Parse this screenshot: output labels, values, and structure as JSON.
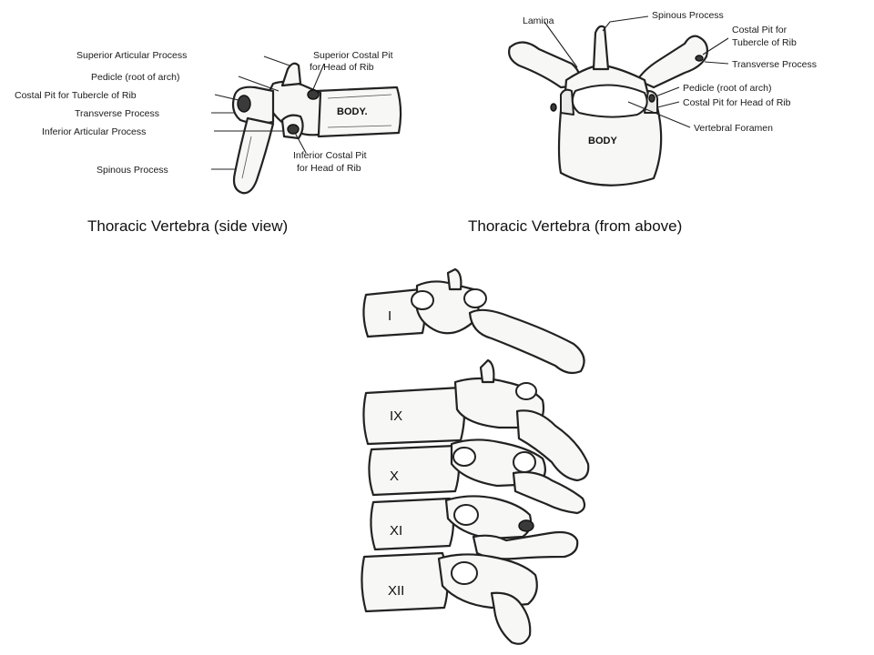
{
  "side_view": {
    "caption": "Thoracic Vertebra (side view)",
    "body_label": "BODY.",
    "labels": {
      "superior_articular_process": "Superior Articular Process",
      "pedicle": "Pedicle (root of arch)",
      "costal_pit_tubercle": "Costal Pit for Tubercle of Rib",
      "transverse_process": "Transverse Process",
      "inferior_articular_process": "Inferior Articular Process",
      "spinous_process": "Spinous Process",
      "superior_costal_pit_line1": "Superior Costal Pit",
      "superior_costal_pit_line2": "for Head of Rib",
      "inferior_costal_pit_line1": "Inferior Costal Pit",
      "inferior_costal_pit_line2": "for Head of Rib"
    }
  },
  "top_view": {
    "caption": "Thoracic Vertebra (from above)",
    "body_label": "BODY",
    "labels": {
      "lamina": "Lamina",
      "spinous_process": "Spinous Process",
      "costal_pit_tubercle_line1": "Costal Pit for",
      "costal_pit_tubercle_line2": "Tubercle of Rib",
      "transverse_process": "Transverse Process",
      "pedicle": "Pedicle (root of arch)",
      "costal_pit_head": "Costal Pit for Head of Rib",
      "vertebral_foramen": "Vertebral Foramen"
    }
  },
  "column": {
    "vertebrae": [
      "I",
      "IX",
      "X",
      "XI",
      "XII"
    ]
  }
}
